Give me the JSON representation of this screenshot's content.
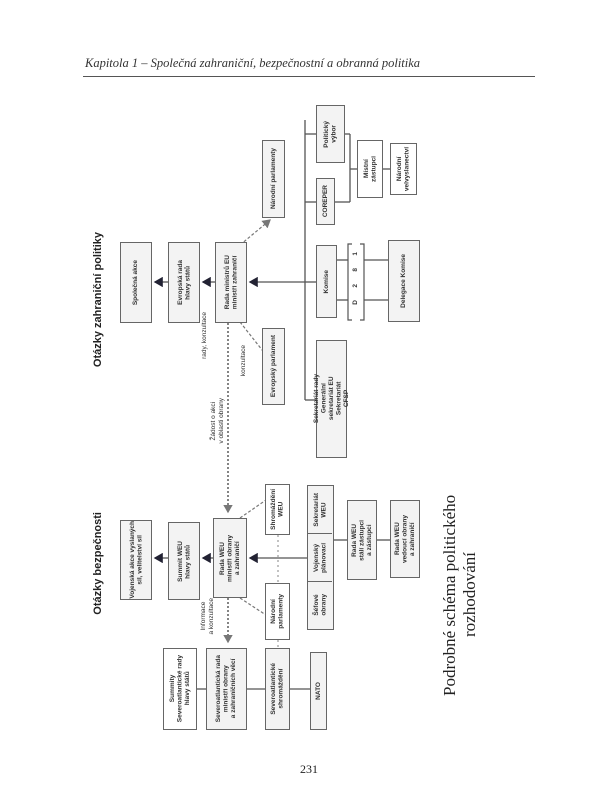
{
  "header": {
    "running_title": "Kapitola 1 – Společná zahraniční, bezpečnostní a obranná politika"
  },
  "foreign": {
    "title": "Otázky zahraniční politiky",
    "joint_action": "Společná akce",
    "european_council": "Evropská rada\nhlavy států",
    "council_ministers": "Rada ministrů EU\nministři zahraničí",
    "national_parliaments": "Národní parlamenty",
    "european_parliament": "Evropský parlament",
    "political_committee": "Politický\nvýbor",
    "coreper": "COREPER",
    "commission": "Komise",
    "commission_numbers": [
      "1",
      "8",
      "2",
      "D"
    ],
    "commission_delegations": "Delegace Komise",
    "secretariat": "Sekretariát rady\nGenerální\nsekretariát EU\nSekretariát\nCFSP",
    "local_representatives": "Místní\nzástupci",
    "national_embassies": "Národní\nvelvyslanectví",
    "label_advice": "rady, konzultace",
    "label_consultation": "konzultace",
    "label_request": "Žádost o akci\nv oblasti obrany"
  },
  "security": {
    "title": "Otázky bezpečnosti",
    "military_action": "Vojenská akce vyslaných\nsil, velitelství sil",
    "weu_summit": "Summit WEU\nhlavy států",
    "weu_council": "Rada WEU\nministři obrany\na zahraničí",
    "weu_assembly": "Shromáždění\nWEU",
    "national_parliaments": "Národní\nparlamenty",
    "nac_summits": "Summity\nSeveroatlantické rady\nhlavy států",
    "nac": "Severoatlantická rada\nministři obrany\na zahraničních věcí",
    "na_assembly": "Severoatlantické\nshromáždění",
    "nato": "NATO",
    "weu_secretariat": "Sekretariát\nWEU",
    "military_planning": "Vojenský\nplánovací",
    "defence_chiefs": "Šéfové\nobrany",
    "weu_permanent": "Rada WEU\nstálí zástupci\na zástupci",
    "weu_leaders": "Rada WEU\nvedoucí obrany\na zahraničí",
    "label_information": "Informace\na konzultace"
  },
  "caption": "Podrobné schéma politického rozhodování",
  "page_number": "231"
}
